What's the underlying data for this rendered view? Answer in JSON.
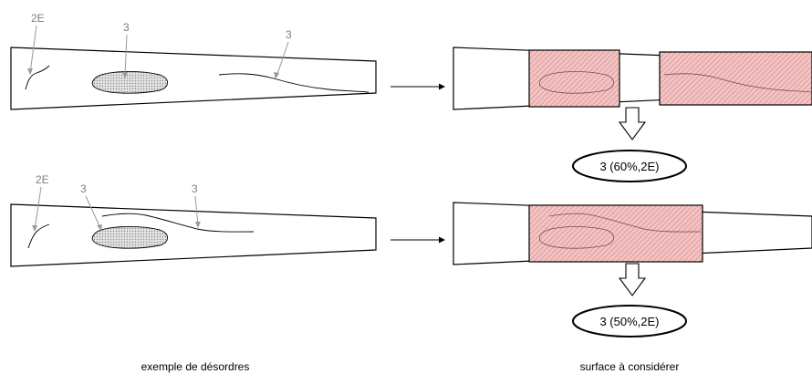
{
  "colors": {
    "outline": "#000000",
    "callout": "#9a9a9a",
    "label": "#7f7f7f",
    "hatch_fill": "#f3c4c4",
    "hatch_line": "#d98a8a",
    "patch_fill": "#d4d4d4"
  },
  "rows": [
    {
      "left_labels": [
        "2E",
        "3",
        "3"
      ],
      "result": "3 (60%,2E)"
    },
    {
      "left_labels": [
        "2E",
        "3",
        "3"
      ],
      "result": "3 (50%,2E)"
    }
  ],
  "captions": {
    "left": "exemple de désordres",
    "right": "surface à considérer"
  },
  "icons": [
    "right-arrow-icon",
    "down-arrow-icon"
  ]
}
